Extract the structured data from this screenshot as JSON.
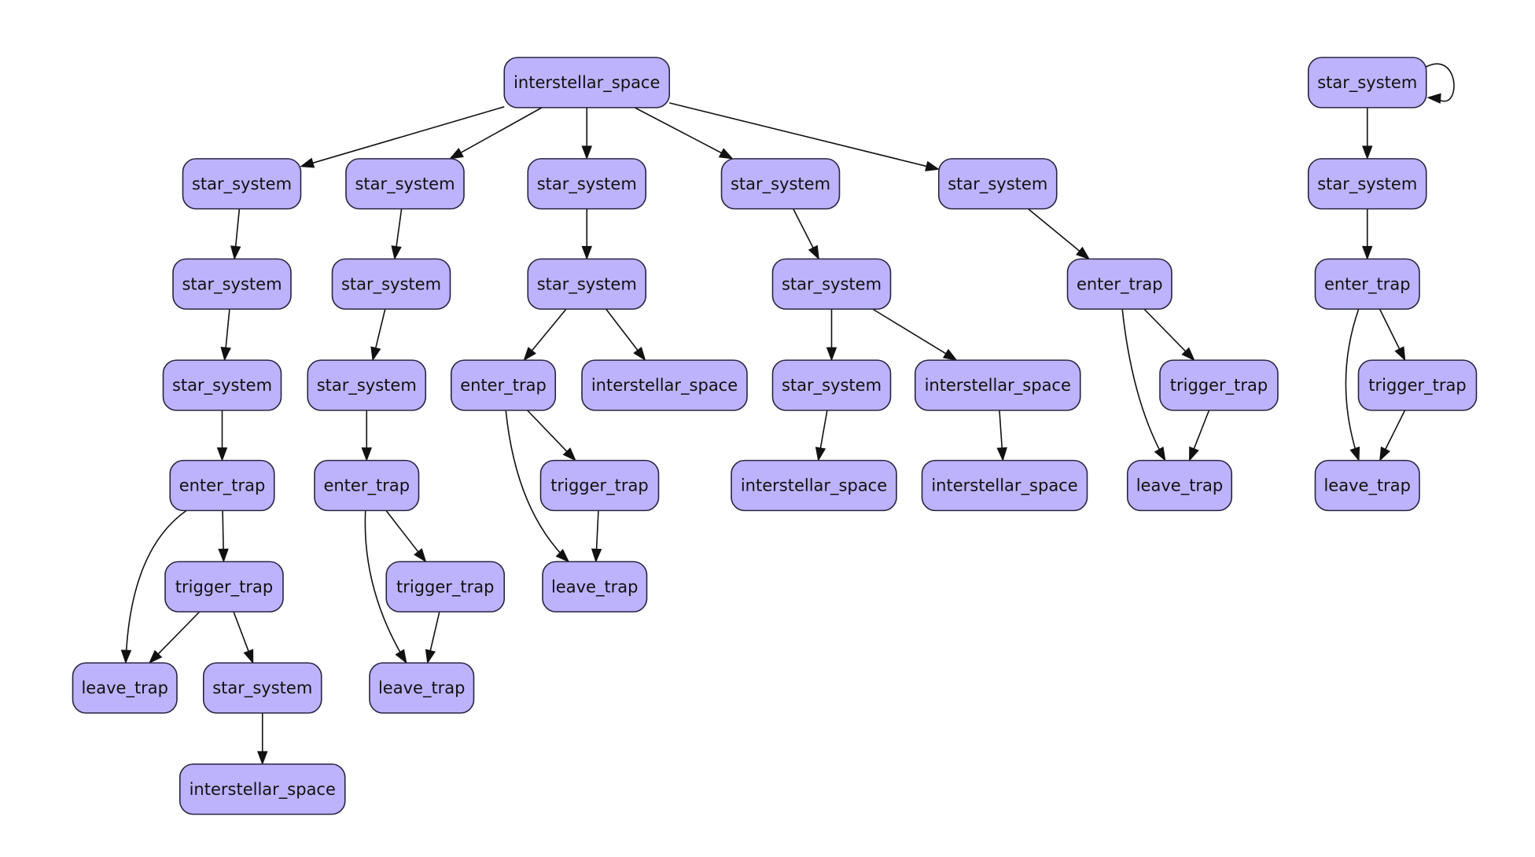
{
  "diagram": {
    "type": "directed-graph",
    "node_color": "#bdb3fd",
    "node_border_color": "#2a2440",
    "edge_color": "#111111",
    "nodes": [
      {
        "id": "n1",
        "label": "interstellar_space"
      },
      {
        "id": "n2",
        "label": "star_system"
      },
      {
        "id": "n3",
        "label": "star_system"
      },
      {
        "id": "n4",
        "label": "star_system"
      },
      {
        "id": "n5",
        "label": "star_system"
      },
      {
        "id": "n6",
        "label": "star_system"
      },
      {
        "id": "n7",
        "label": "star_system"
      },
      {
        "id": "n8",
        "label": "star_system"
      },
      {
        "id": "n9",
        "label": "enter_trap"
      },
      {
        "id": "n10",
        "label": "trigger_trap"
      },
      {
        "id": "n11",
        "label": "leave_trap"
      },
      {
        "id": "n12",
        "label": "star_system"
      },
      {
        "id": "n13",
        "label": "interstellar_space"
      },
      {
        "id": "n14",
        "label": "star_system"
      },
      {
        "id": "n15",
        "label": "star_system"
      },
      {
        "id": "n16",
        "label": "enter_trap"
      },
      {
        "id": "n17",
        "label": "trigger_trap"
      },
      {
        "id": "n18",
        "label": "leave_trap"
      },
      {
        "id": "n19",
        "label": "star_system"
      },
      {
        "id": "n20",
        "label": "enter_trap"
      },
      {
        "id": "n21",
        "label": "interstellar_space"
      },
      {
        "id": "n22",
        "label": "trigger_trap"
      },
      {
        "id": "n23",
        "label": "leave_trap"
      },
      {
        "id": "n24",
        "label": "star_system"
      },
      {
        "id": "n25",
        "label": "star_system"
      },
      {
        "id": "n26",
        "label": "interstellar_space"
      },
      {
        "id": "n27",
        "label": "interstellar_space"
      },
      {
        "id": "n28",
        "label": "interstellar_space"
      },
      {
        "id": "n29",
        "label": "enter_trap"
      },
      {
        "id": "n30",
        "label": "trigger_trap"
      },
      {
        "id": "n31",
        "label": "leave_trap"
      },
      {
        "id": "n32",
        "label": "star_system"
      },
      {
        "id": "n33",
        "label": "star_system"
      },
      {
        "id": "n34",
        "label": "enter_trap"
      },
      {
        "id": "n35",
        "label": "trigger_trap"
      },
      {
        "id": "n36",
        "label": "leave_trap"
      }
    ],
    "edges": [
      {
        "from": "n1",
        "to": "n2"
      },
      {
        "from": "n1",
        "to": "n3"
      },
      {
        "from": "n1",
        "to": "n4"
      },
      {
        "from": "n1",
        "to": "n5"
      },
      {
        "from": "n1",
        "to": "n6"
      },
      {
        "from": "n2",
        "to": "n7"
      },
      {
        "from": "n7",
        "to": "n8"
      },
      {
        "from": "n8",
        "to": "n9"
      },
      {
        "from": "n9",
        "to": "n10"
      },
      {
        "from": "n9",
        "to": "n11"
      },
      {
        "from": "n10",
        "to": "n11"
      },
      {
        "from": "n10",
        "to": "n12"
      },
      {
        "from": "n12",
        "to": "n13"
      },
      {
        "from": "n3",
        "to": "n14"
      },
      {
        "from": "n14",
        "to": "n15"
      },
      {
        "from": "n15",
        "to": "n16"
      },
      {
        "from": "n16",
        "to": "n17"
      },
      {
        "from": "n16",
        "to": "n18"
      },
      {
        "from": "n17",
        "to": "n18"
      },
      {
        "from": "n4",
        "to": "n19"
      },
      {
        "from": "n19",
        "to": "n20"
      },
      {
        "from": "n19",
        "to": "n21"
      },
      {
        "from": "n20",
        "to": "n22"
      },
      {
        "from": "n20",
        "to": "n23"
      },
      {
        "from": "n22",
        "to": "n23"
      },
      {
        "from": "n5",
        "to": "n24"
      },
      {
        "from": "n24",
        "to": "n25"
      },
      {
        "from": "n24",
        "to": "n26"
      },
      {
        "from": "n25",
        "to": "n27"
      },
      {
        "from": "n26",
        "to": "n28"
      },
      {
        "from": "n6",
        "to": "n29"
      },
      {
        "from": "n29",
        "to": "n30"
      },
      {
        "from": "n29",
        "to": "n31"
      },
      {
        "from": "n30",
        "to": "n31"
      },
      {
        "from": "n32",
        "to": "n32"
      },
      {
        "from": "n32",
        "to": "n33"
      },
      {
        "from": "n33",
        "to": "n34"
      },
      {
        "from": "n34",
        "to": "n35"
      },
      {
        "from": "n34",
        "to": "n36"
      },
      {
        "from": "n35",
        "to": "n36"
      }
    ]
  }
}
